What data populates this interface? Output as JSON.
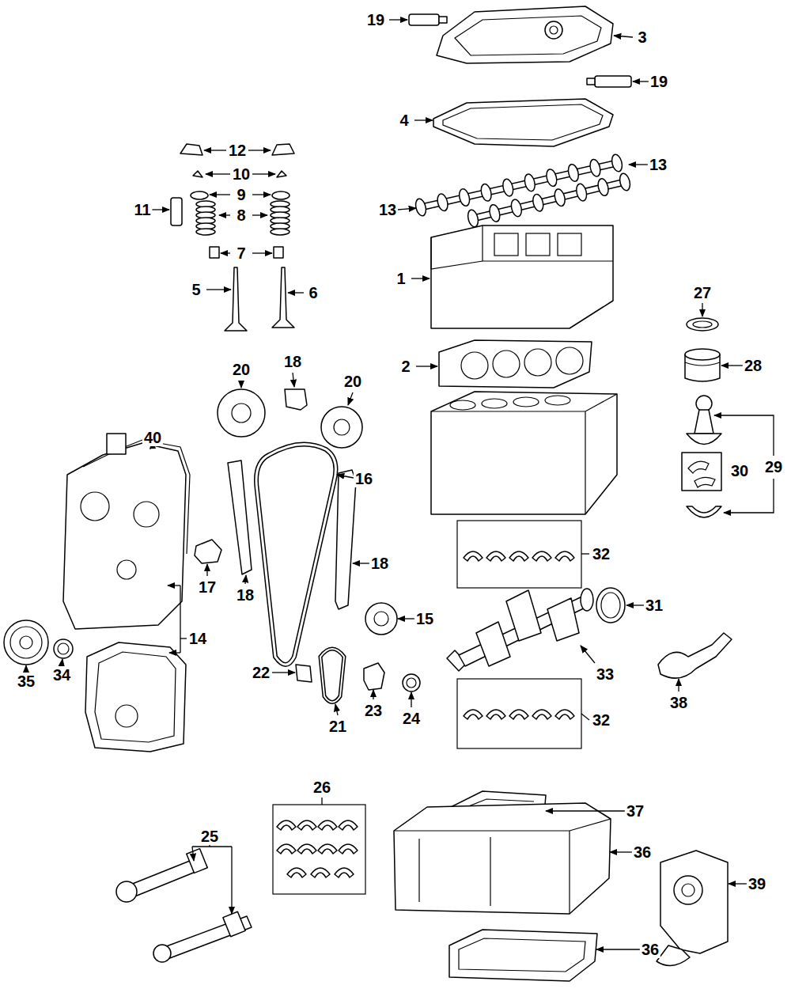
{
  "diagram": {
    "labels": [
      "19",
      "3",
      "19",
      "4",
      "12",
      "13",
      "10",
      "9",
      "11",
      "13",
      "8",
      "7",
      "1",
      "5",
      "6",
      "27",
      "18",
      "20",
      "2",
      "28",
      "20",
      "40",
      "29",
      "30",
      "16",
      "32",
      "18",
      "17",
      "18",
      "31",
      "15",
      "14",
      "34",
      "35",
      "22",
      "33",
      "38",
      "23",
      "24",
      "32",
      "21",
      "26",
      "37",
      "25",
      "36",
      "39",
      "36"
    ]
  }
}
